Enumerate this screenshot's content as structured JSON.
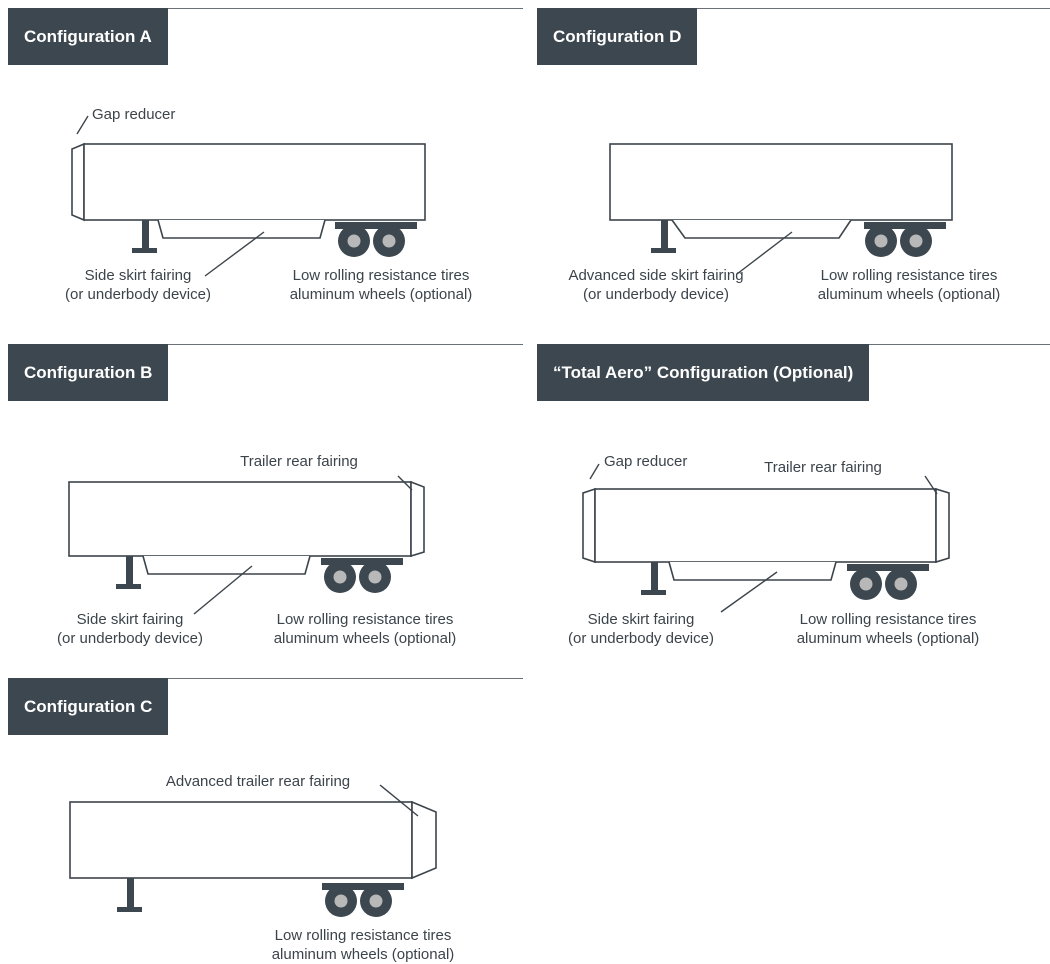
{
  "colors": {
    "tab_bg": "#3c474f",
    "tab_text": "#ffffff",
    "ink": "#3c444b",
    "hub": "#b8b8b8",
    "rule": "#6b7178"
  },
  "panels": {
    "a": {
      "title": "Configuration A",
      "gap_reducer": "Gap reducer",
      "skirt_line1": "Side skirt fairing",
      "skirt_line2": "(or underbody device)",
      "tires_line1": "Low rolling resistance tires",
      "tires_line2": "aluminum wheels (optional)"
    },
    "d": {
      "title": "Configuration D",
      "skirt_line1": "Advanced side skirt fairing",
      "skirt_line2": "(or underbody device)",
      "tires_line1": "Low rolling resistance tires",
      "tires_line2": "aluminum wheels (optional)"
    },
    "b": {
      "title": "Configuration B",
      "rear_fairing": "Trailer rear fairing",
      "skirt_line1": "Side skirt fairing",
      "skirt_line2": "(or underbody device)",
      "tires_line1": "Low rolling resistance tires",
      "tires_line2": "aluminum wheels (optional)"
    },
    "total": {
      "title": "“Total Aero” Configuration (Optional)",
      "gap_reducer": "Gap reducer",
      "rear_fairing": "Trailer rear fairing",
      "skirt_line1": "Side skirt fairing",
      "skirt_line2": "(or underbody device)",
      "tires_line1": "Low rolling resistance tires",
      "tires_line2": "aluminum wheels (optional)"
    },
    "c": {
      "title": "Configuration C",
      "rear_fairing": "Advanced trailer rear fairing",
      "tires_line1": "Low rolling resistance tires",
      "tires_line2": "aluminum wheels (optional)"
    }
  }
}
